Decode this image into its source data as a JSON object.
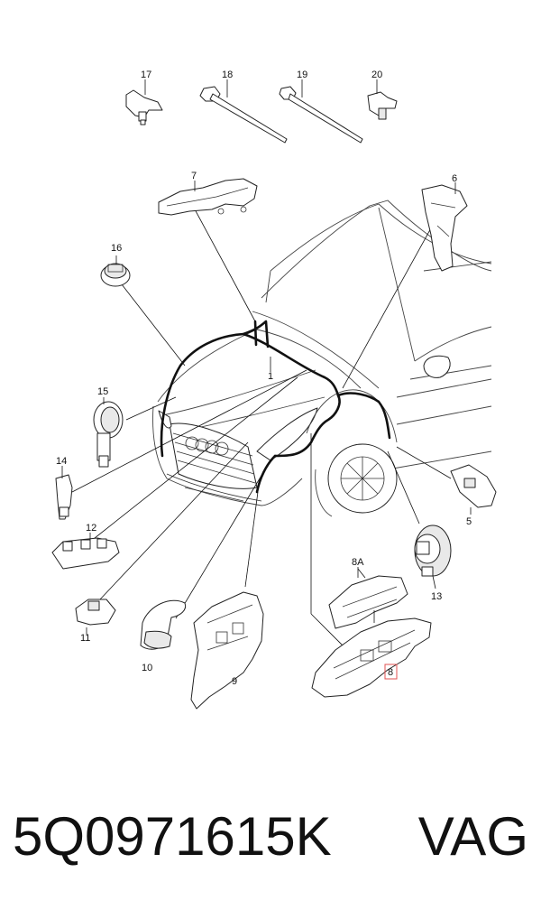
{
  "callouts": [
    "17",
    "18",
    "19",
    "20",
    "7",
    "6",
    "16",
    "1",
    "15",
    "14",
    "12",
    "5",
    "8A",
    "13",
    "11",
    "10",
    "9",
    "8"
  ],
  "highlighted_callout": "8",
  "highlight_color": "#e05050",
  "caption": {
    "part_number": "5Q0971615K",
    "brand": "VAG"
  }
}
